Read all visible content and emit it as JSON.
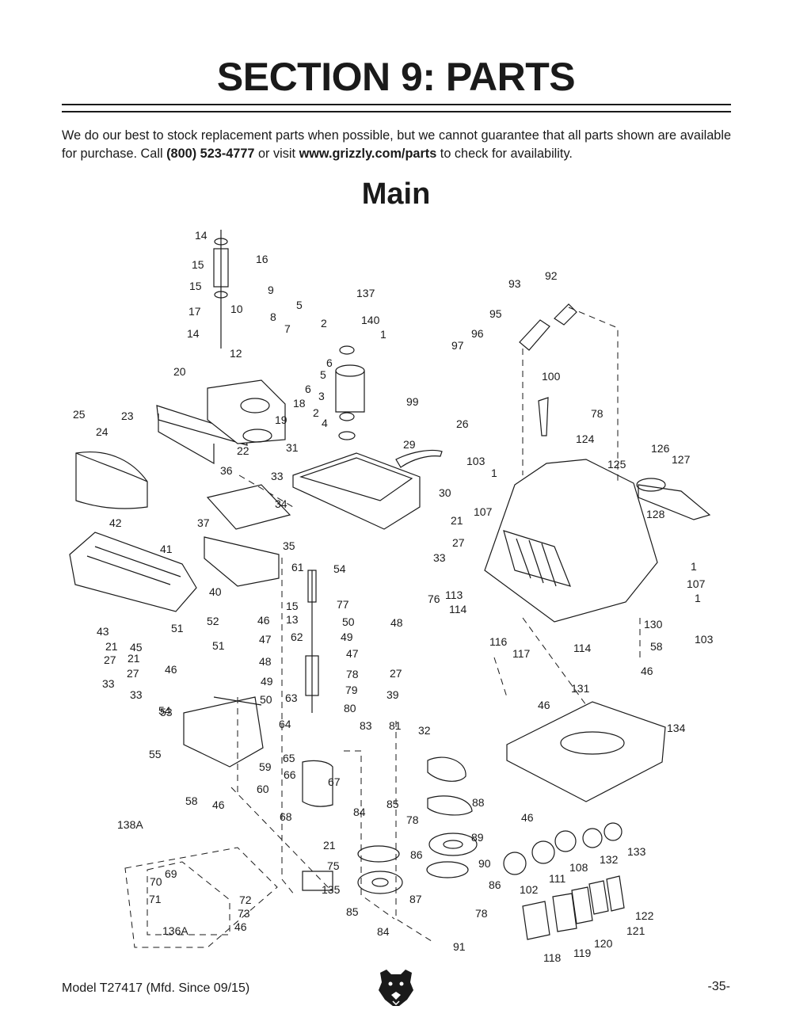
{
  "page": {
    "title": "SECTION 9: PARTS",
    "intro": {
      "text_1": "We do our best to stock replacement parts when possible, but we cannot guarantee that all parts shown are available for purchase. Call ",
      "phone": "(800) 523-4777",
      "text_2": " or visit ",
      "url": "www.grizzly.com/parts",
      "text_3": " to check for availability."
    },
    "subtitle": "Main"
  },
  "diagram": {
    "callouts": [
      "14",
      "15",
      "16",
      "15",
      "17",
      "14",
      "9",
      "10",
      "8",
      "12",
      "5",
      "7",
      "2",
      "137",
      "140",
      "1",
      "6",
      "5",
      "6",
      "18",
      "3",
      "2",
      "4",
      "20",
      "25",
      "23",
      "24",
      "22",
      "19",
      "31",
      "26",
      "29",
      "93",
      "92",
      "95",
      "96",
      "97",
      "99",
      "100",
      "78",
      "124",
      "125",
      "126",
      "127",
      "103",
      "1",
      "107",
      "128",
      "36",
      "33",
      "34",
      "30",
      "21",
      "27",
      "35",
      "33",
      "42",
      "37",
      "41",
      "40",
      "61",
      "54",
      "76",
      "113",
      "114",
      "15",
      "77",
      "13",
      "62",
      "50",
      "49",
      "48",
      "47",
      "78",
      "79",
      "80",
      "27",
      "39",
      "32",
      "83",
      "81",
      "52",
      "46",
      "47",
      "51",
      "48",
      "49",
      "50",
      "51",
      "43",
      "45",
      "21",
      "27",
      "21",
      "27",
      "33",
      "33",
      "46",
      "53",
      "54",
      "55",
      "63",
      "64",
      "65",
      "66",
      "67",
      "59",
      "60",
      "58",
      "46",
      "68",
      "21",
      "75",
      "135",
      "84",
      "85",
      "78",
      "86",
      "87",
      "85",
      "84",
      "88",
      "89",
      "90",
      "86",
      "78",
      "91",
      "1",
      "107",
      "1",
      "103",
      "130",
      "58",
      "46",
      "116",
      "117",
      "114",
      "131",
      "46",
      "134",
      "46",
      "138A",
      "69",
      "70",
      "71",
      "72",
      "73",
      "46",
      "136A",
      "133",
      "108",
      "132",
      "111",
      "102",
      "122",
      "121",
      "120",
      "119",
      "118"
    ]
  },
  "footer": {
    "model": "Model T27417 (Mfd. Since 09/15)",
    "page_number": "-35-",
    "logo": "grizzly-bear-logo"
  }
}
